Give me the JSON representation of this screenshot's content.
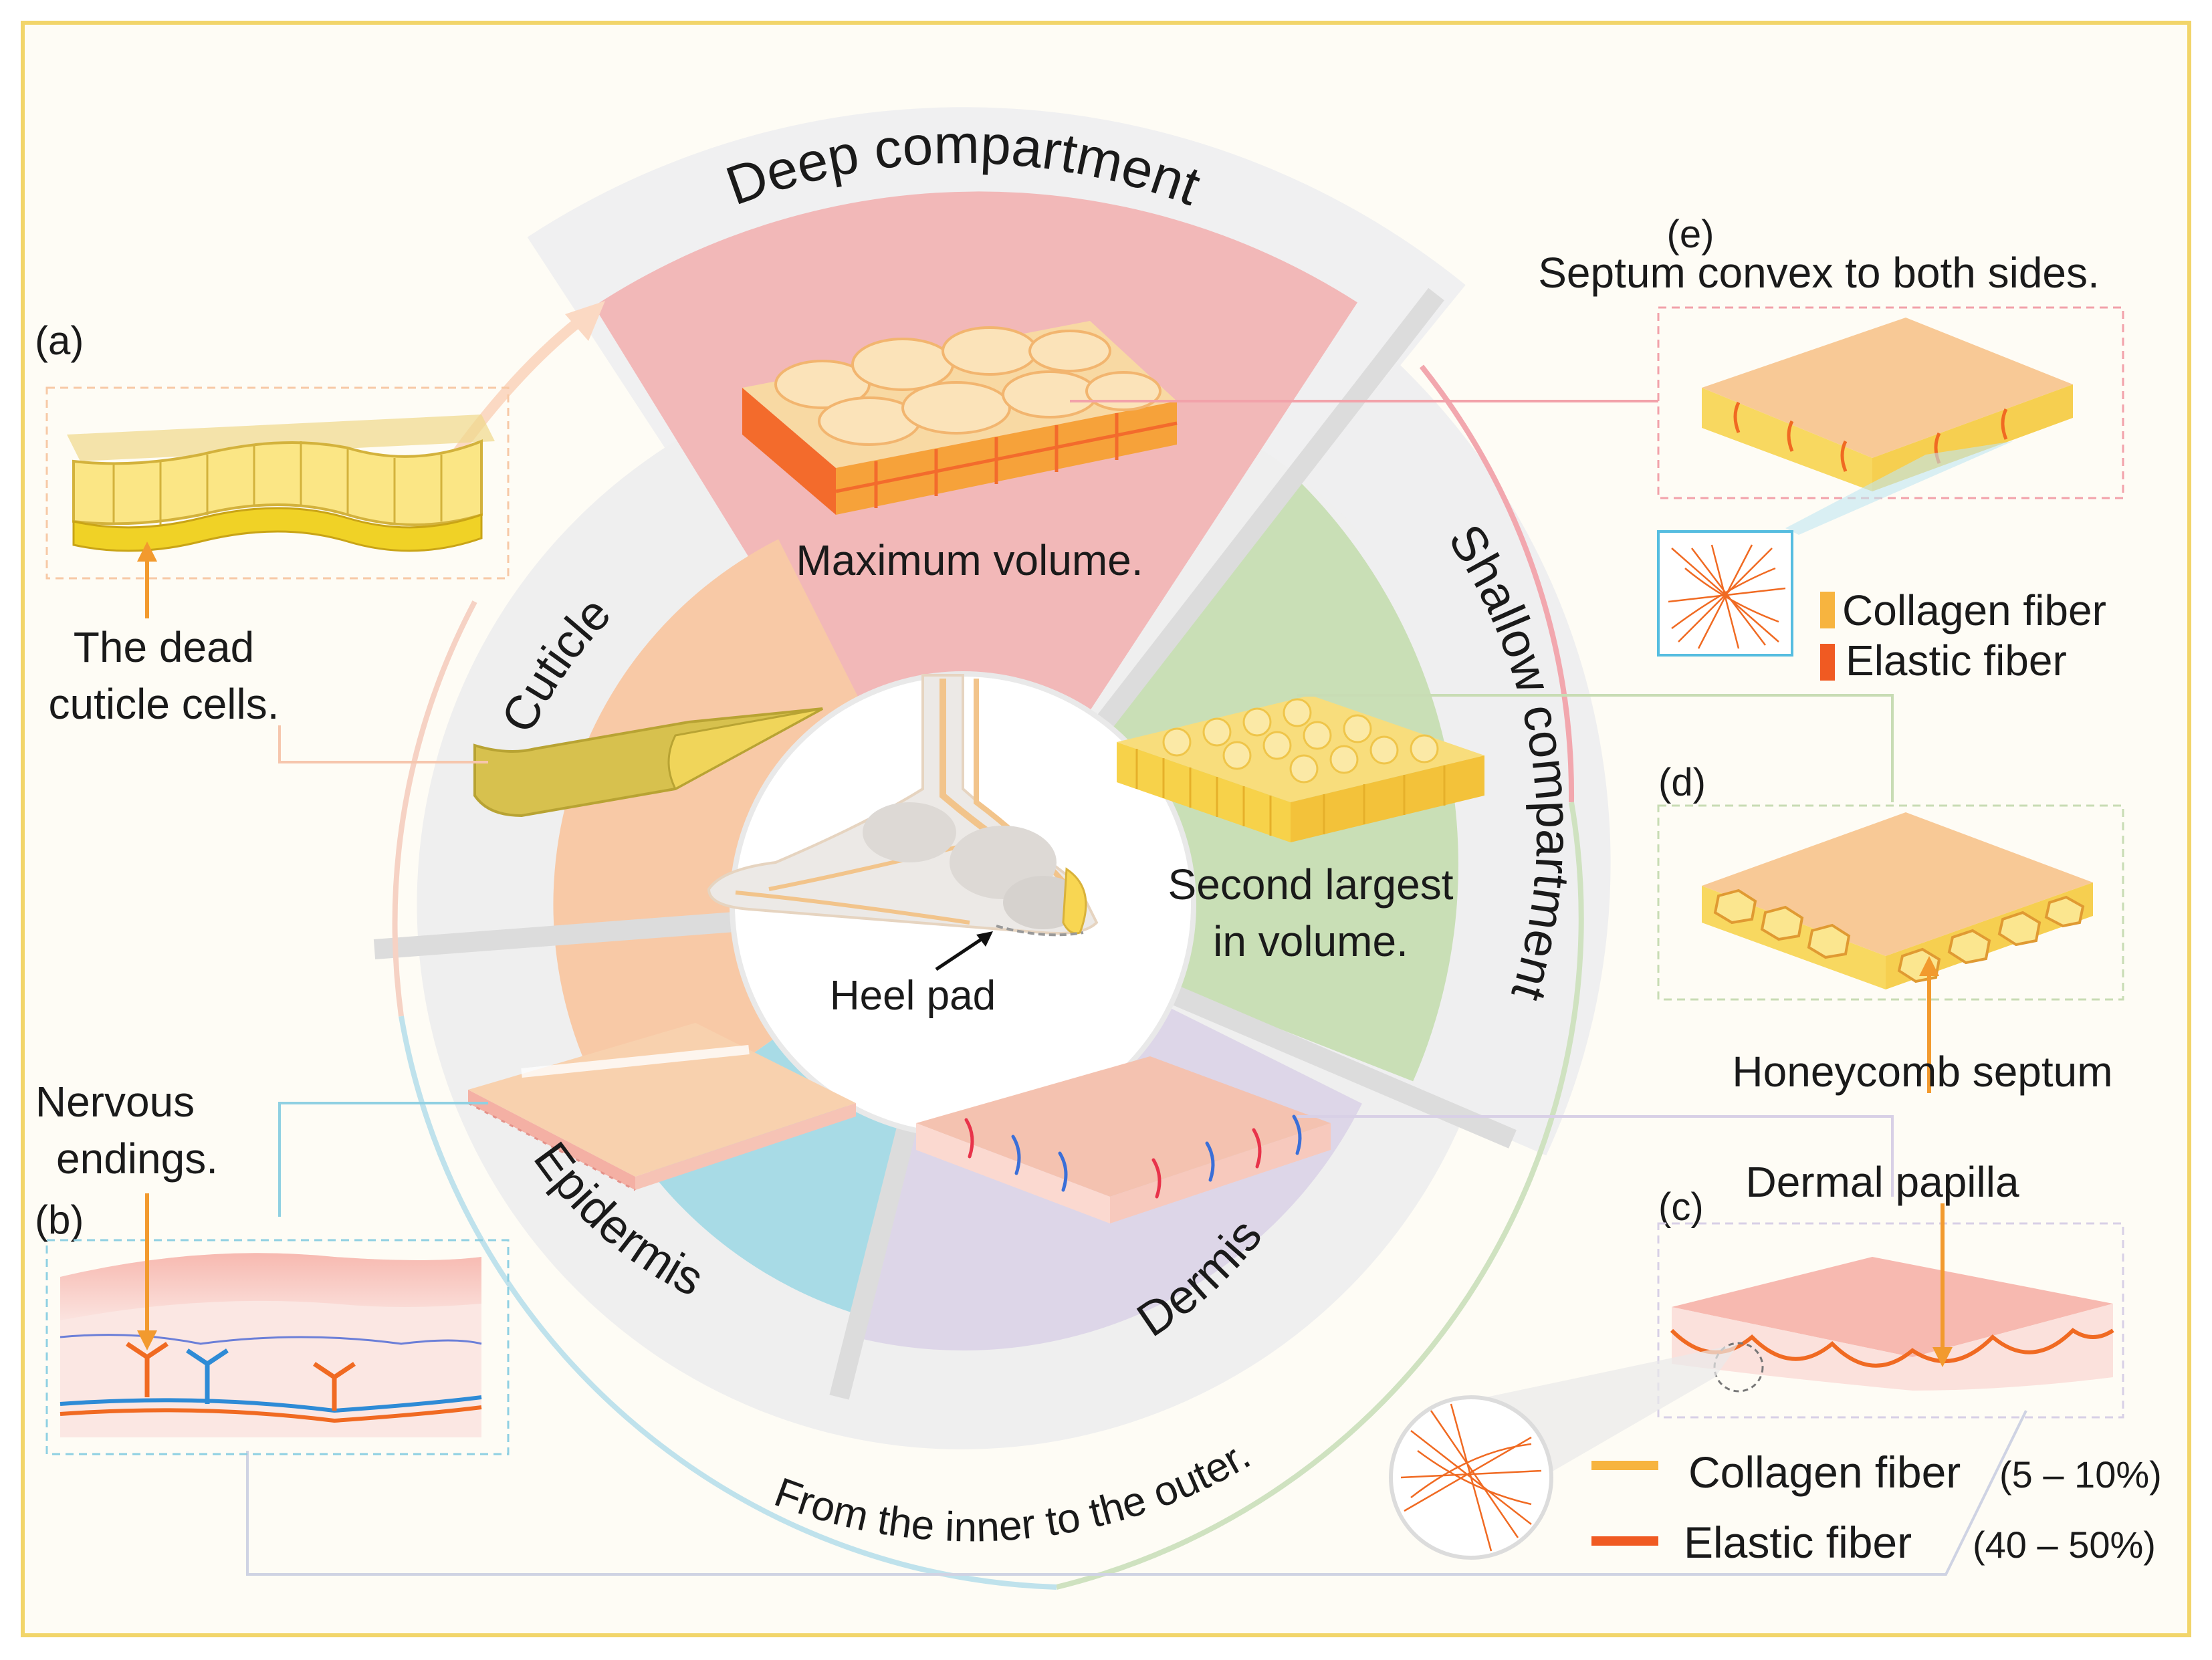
{
  "colors": {
    "page_bg": "#fefcf5",
    "frame": "#f2d56a",
    "deep": "#f2b8b8",
    "shallow": "#c9dfb6",
    "dermis": "#ddd6e8",
    "epidermis": "#a8dbe6",
    "cuticle": "#f8c9a6",
    "ring_band": "#efeff0",
    "collagen": "#f7b43f",
    "elastic": "#f05a22",
    "skin_pink": "#f6c7c0",
    "fat_yellow": "#f8d652"
  },
  "panels": {
    "a": {
      "label": "(a)",
      "caption_line1": "The dead",
      "caption_line2": "cuticle cells."
    },
    "b": {
      "label": "(b)",
      "caption_line1": "Nervous",
      "caption_line2": "endings."
    },
    "c": {
      "label": "(c)",
      "caption": "Dermal papilla"
    },
    "d": {
      "label": "(d)",
      "caption": "Honeycomb septum"
    },
    "e": {
      "label": "(e)",
      "caption": "Septum convex to both sides."
    }
  },
  "layers": {
    "deep": "Deep compartment",
    "shallow": "Shallow compartment",
    "cuticle": "Cuticle",
    "epidermis": "Epidermis",
    "dermis": "Dermis"
  },
  "notes": {
    "deep_volume": "Maximum volume.",
    "shallow_volume_line1": "Second largest",
    "shallow_volume_line2": "in volume.",
    "center": "Heel pad",
    "direction": "From the inner to the outer."
  },
  "legend_e": {
    "collagen": "Collagen fiber",
    "elastic": "Elastic fiber"
  },
  "legend_c": {
    "collagen": "Collagen fiber",
    "collagen_pct": "(5 – 10%)",
    "elastic": "Elastic fiber",
    "elastic_pct": "(40 – 50%)"
  }
}
